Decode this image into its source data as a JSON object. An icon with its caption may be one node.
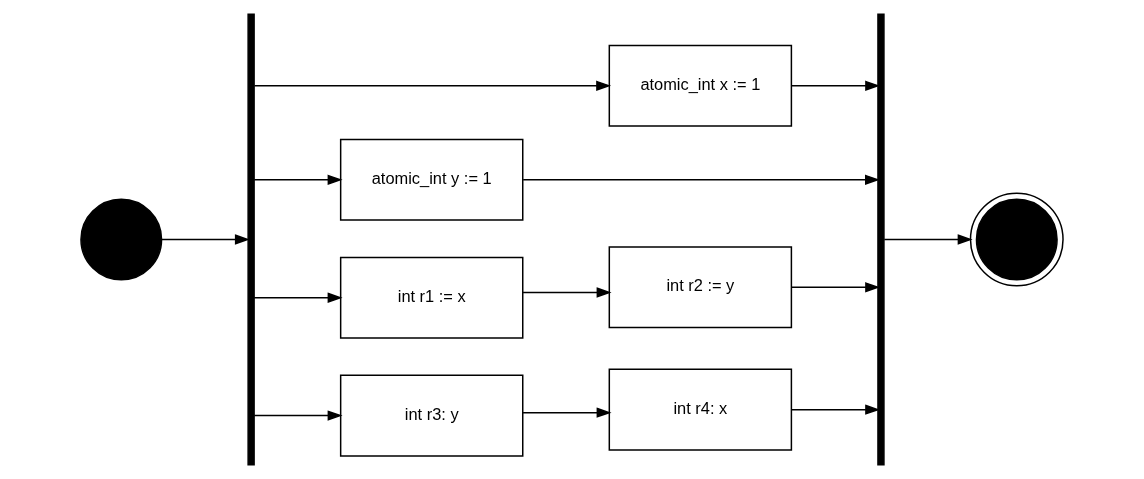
{
  "diagram": {
    "nodes": [
      {
        "text": [],
        "shape": "circle"
      },
      {
        "text": [],
        "shape": "bar"
      },
      {
        "text": [
          "atomic_int x := 1"
        ]
      },
      {
        "text": [
          "atomic_int y := 1"
        ]
      },
      {
        "text": [
          "int r1 := x"
        ]
      },
      {
        "text": [
          "int r2 := y"
        ]
      },
      {
        "text": [
          "int r3: y"
        ]
      },
      {
        "text": [
          "int r4: x"
        ]
      },
      {
        "text": [],
        "shape": "bar"
      },
      {
        "text": [],
        "shape": "circle"
      }
    ],
    "edges": [
      {
        "from": 0,
        "to": 1,
        "arrow": "to"
      },
      {
        "from": 1,
        "to": 2,
        "arrow": "to"
      },
      {
        "from": 1,
        "to": 3,
        "arrow": "to"
      },
      {
        "from": 1,
        "to": 4,
        "arrow": "to"
      },
      {
        "from": 1,
        "to": 6,
        "arrow": "to"
      },
      {
        "from": 4,
        "to": 5,
        "arrow": "to"
      },
      {
        "from": 6,
        "to": 7,
        "arrow": "to"
      },
      {
        "from": 2,
        "to": 8,
        "arrow": "to"
      },
      {
        "from": 3,
        "to": 8,
        "arrow": "to"
      },
      {
        "from": 5,
        "to": 8,
        "arrow": "to"
      },
      {
        "from": 7,
        "to": 8,
        "arrow": "to"
      },
      {
        "from": 8,
        "to": 9,
        "arrow": "to"
      }
    ]
  }
}
